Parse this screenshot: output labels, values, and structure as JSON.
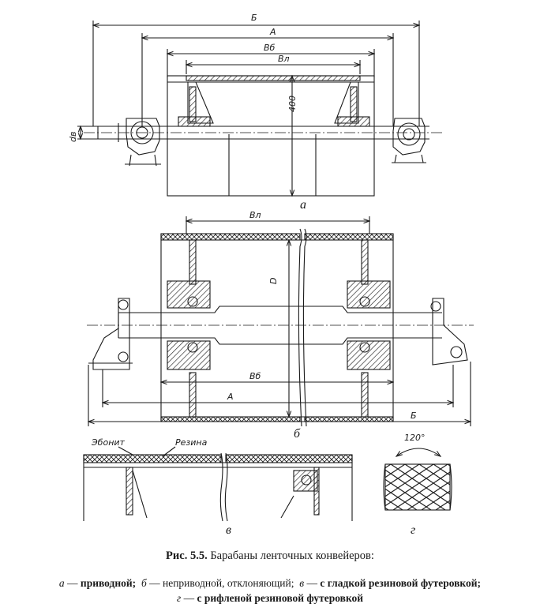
{
  "figure": {
    "title_prefix": "Рис. 5.5.",
    "title_text": "Барабаны ленточных конвейеров:",
    "legend_line1": [
      {
        "key": "а",
        "text": "приводной;"
      },
      {
        "key": "б",
        "text": "неприводной, отклоняющий;"
      },
      {
        "key": "в",
        "text": "с гладкой резиновой футеровкой;"
      }
    ],
    "legend_line2": [
      {
        "key": "г",
        "text": "с рифленой резиновой футеровкой"
      }
    ],
    "dash": " — "
  },
  "dimensions": {
    "overall_b": "Б",
    "a": "А",
    "b_b": "Вб",
    "b_l": "Вл",
    "dim_400": "400",
    "d_v": "dв",
    "d": "D",
    "angle": "120°"
  },
  "materials": {
    "ebonite": "Эбонит",
    "rubber": "Резина"
  },
  "view_labels": {
    "a": "а",
    "b": "б",
    "v": "в",
    "g": "г"
  }
}
